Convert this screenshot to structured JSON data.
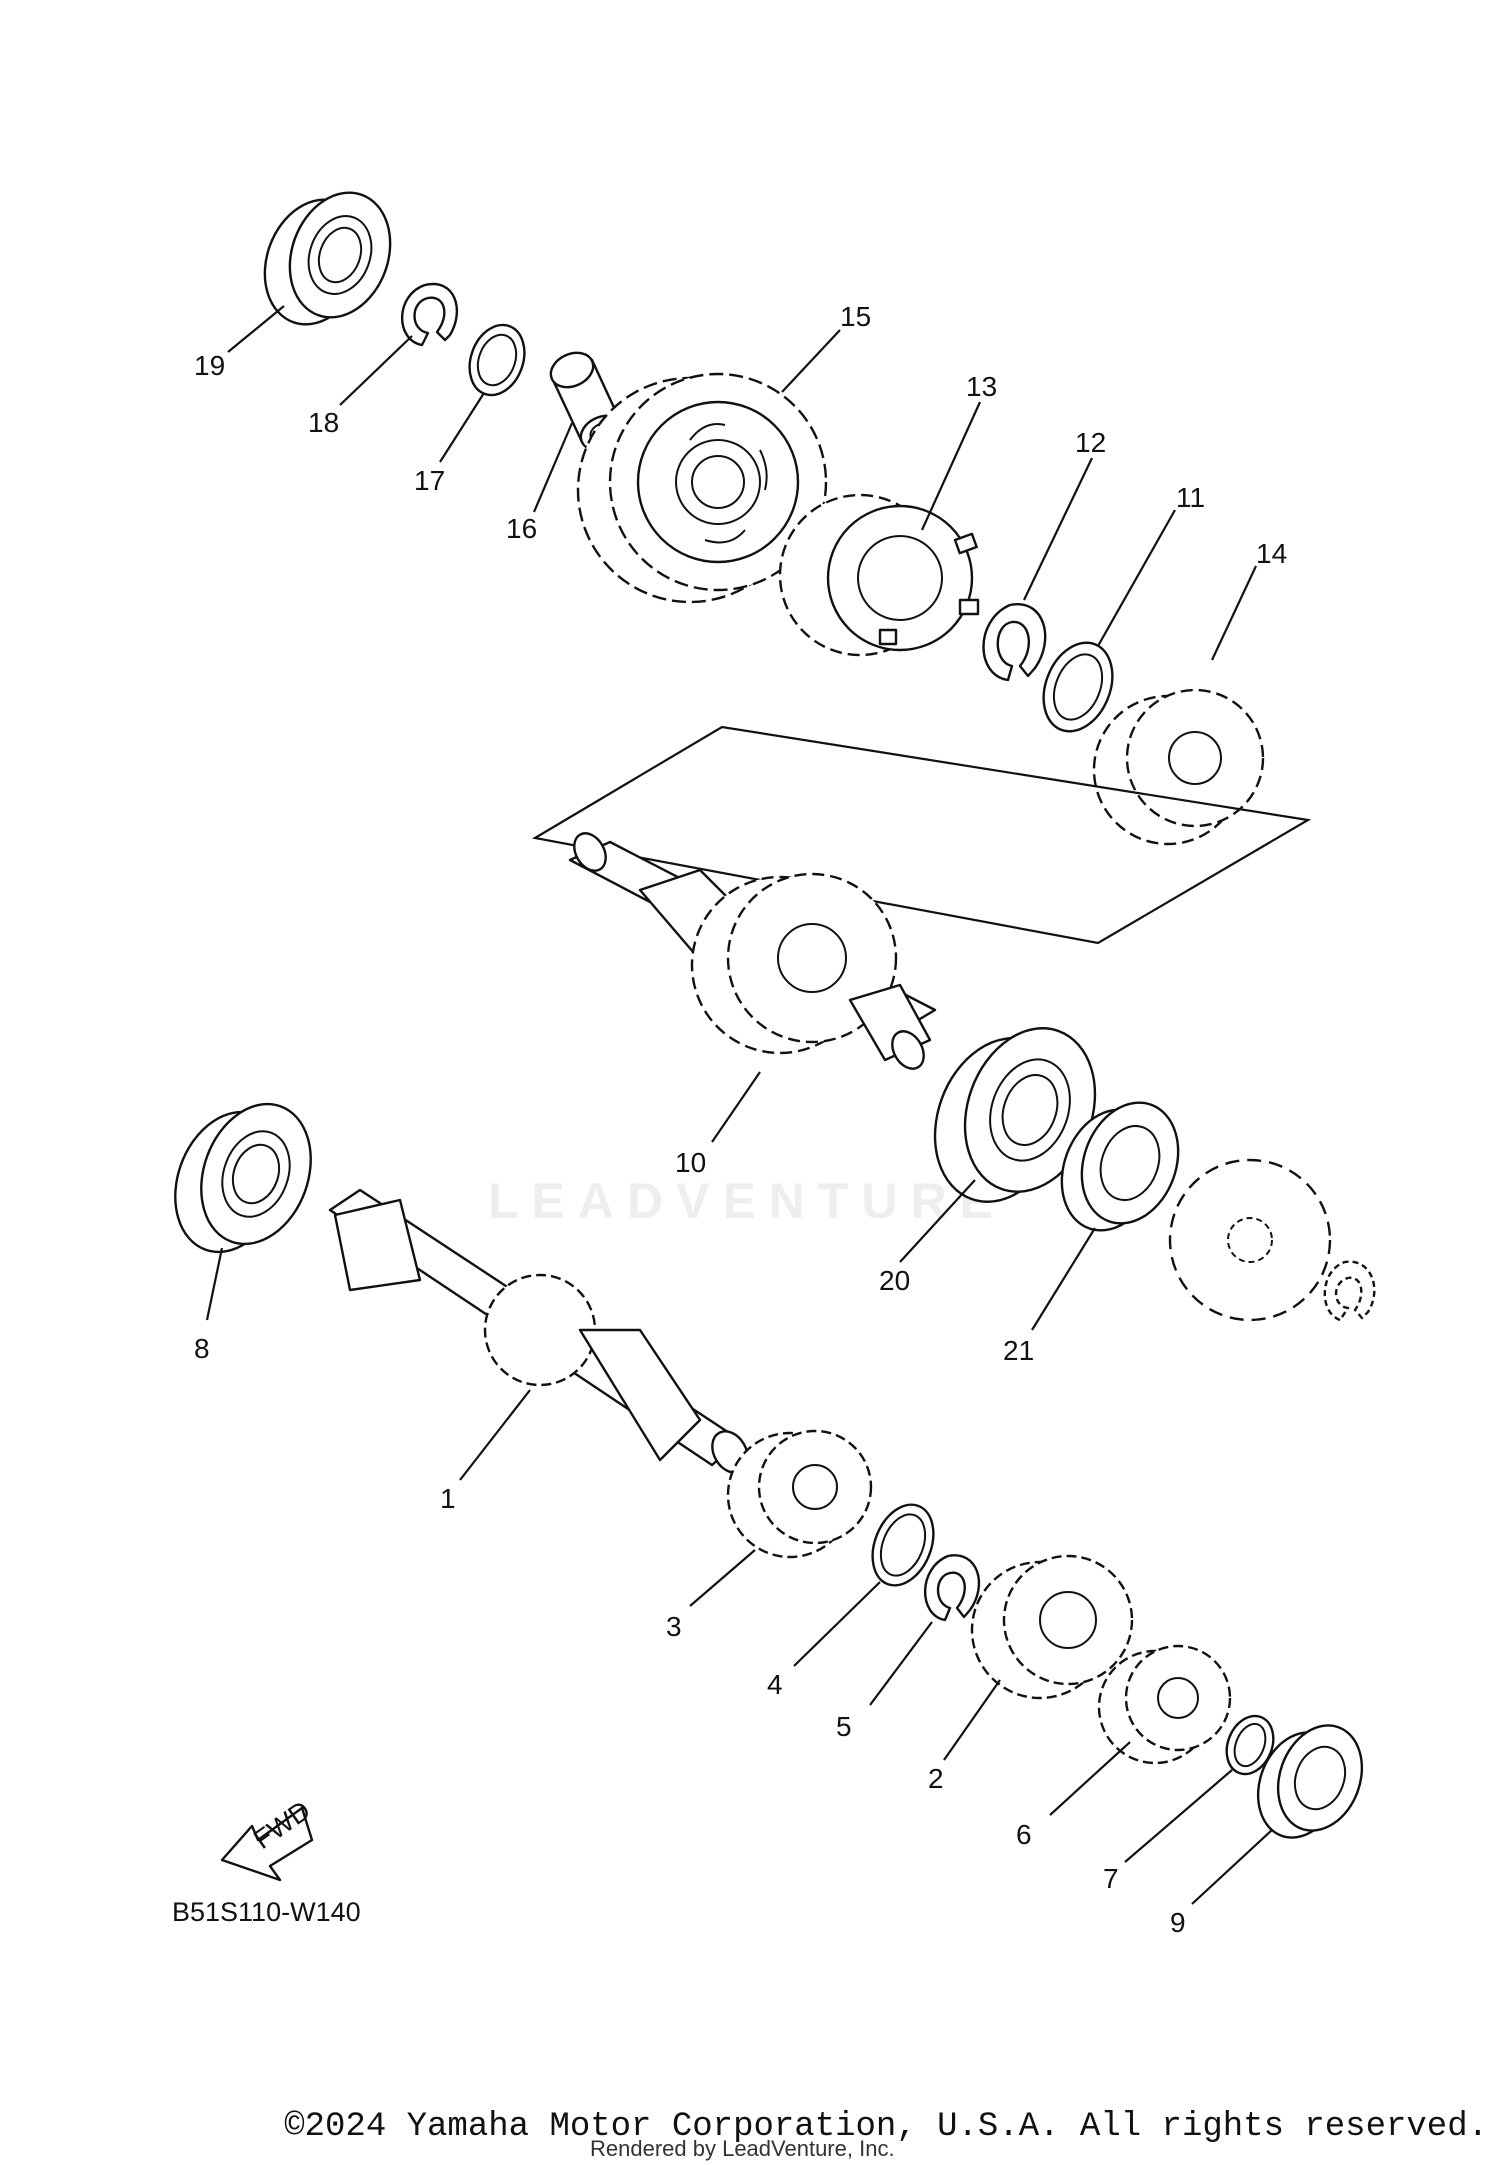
{
  "diagram_code": "B51S110-W140",
  "fwd_label": "FWD",
  "watermark": "LEADVENTURE",
  "copyright": "©2024 Yamaha Motor Corporation, U.S.A. All rights reserved.",
  "rendered_by": "Rendered by LeadVenture, Inc.",
  "callouts": {
    "c1": "1",
    "c2": "2",
    "c3": "3",
    "c4": "4",
    "c5": "5",
    "c6": "6",
    "c7": "7",
    "c8": "8",
    "c9": "9",
    "c10": "10",
    "c11": "11",
    "c12": "12",
    "c13": "13",
    "c14": "14",
    "c15": "15",
    "c16": "16",
    "c17": "17",
    "c18": "18",
    "c19": "19",
    "c20": "20",
    "c21": "21"
  }
}
